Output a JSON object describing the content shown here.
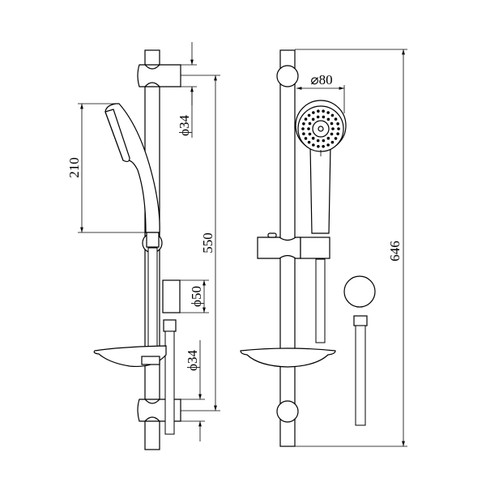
{
  "drawing": {
    "side_view": {
      "dim_handshower_length": "210",
      "dim_rail_span": "550",
      "dim_top_bracket": "ϕ34",
      "dim_wall_outlet": "ϕ50",
      "dim_bottom_bracket": "ϕ34"
    },
    "front_view": {
      "dim_head_diameter": "⌀80",
      "dim_total_height": "646"
    },
    "colors": {
      "line": "#000000",
      "background": "#ffffff"
    }
  }
}
